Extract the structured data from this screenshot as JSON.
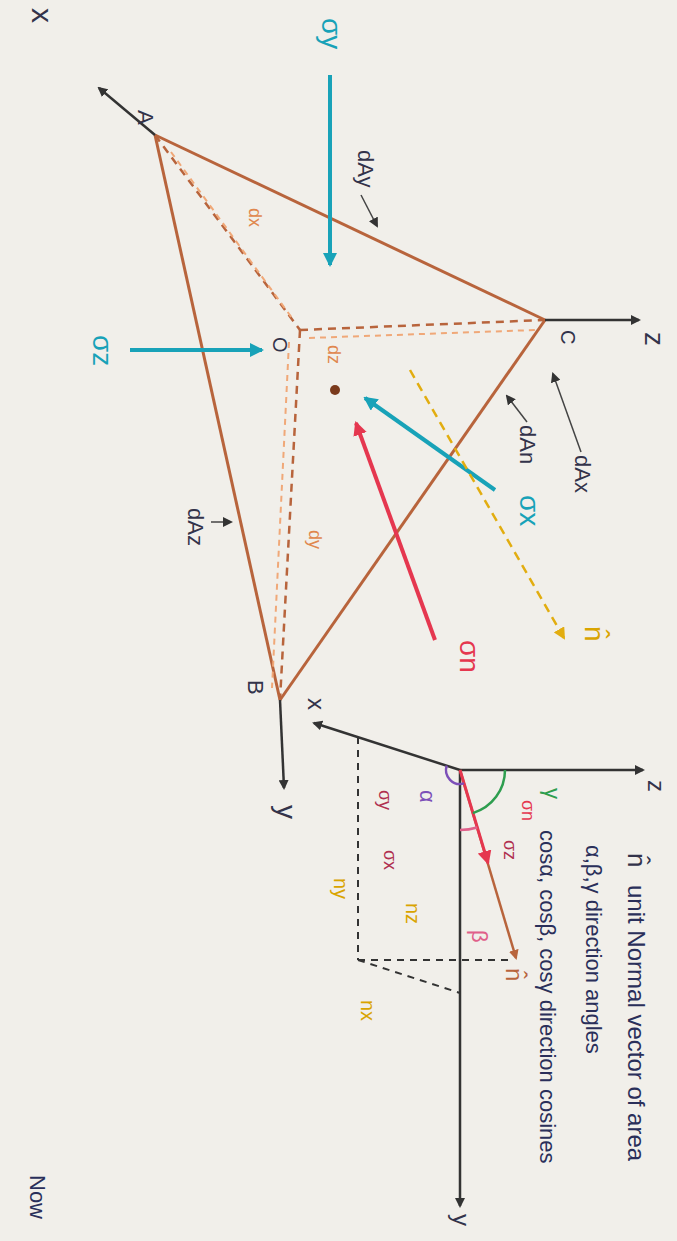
{
  "diagram": {
    "labels": [
      "x",
      "z",
      "y",
      "A",
      "O",
      "C",
      "B",
      "σy",
      "σz",
      "σx",
      "σn",
      "n̂",
      "dAy",
      "dAx",
      "dAn",
      "dAz",
      "dx",
      "dz",
      "dy",
      "x",
      "z",
      "y",
      "n̂",
      "α",
      "γ",
      "β",
      "σn",
      "σz",
      "σy",
      "σx",
      "ny",
      "nz",
      "nx",
      "n̂",
      "unit Normal vector of area",
      "α,β,γ direction angles",
      "cosα, cosβ, cosγ direction cosines",
      "Now"
    ]
  }
}
